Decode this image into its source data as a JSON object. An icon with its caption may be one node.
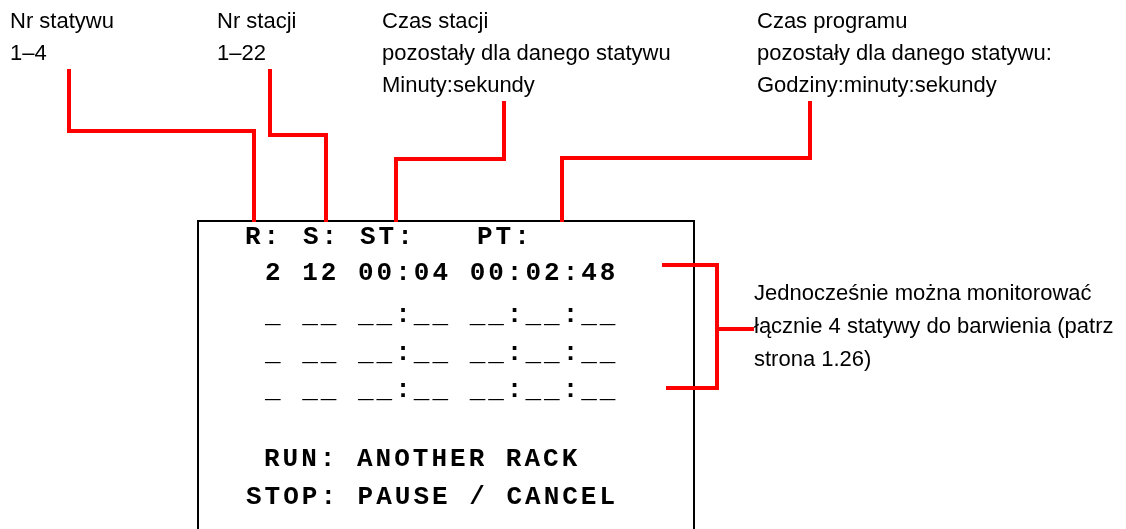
{
  "diagram": {
    "nodes": [
      {
        "text": [
          "Nr statywu",
          "1–4"
        ]
      },
      {
        "text": [
          "Nr stacji",
          "1–22"
        ]
      },
      {
        "text": [
          "Czas stacji",
          "pozostały dla danego statywu",
          "Minuty:sekundy"
        ]
      },
      {
        "text": [
          "Czas programu",
          "pozostały dla danego statywu:",
          "Godziny:minuty:sekundy"
        ]
      },
      {
        "text": [
          "Jednocześnie można monitorować łącznie 4 statywy do barwienia (patrz strona 1.26)"
        ]
      },
      {
        "text": [
          "2 12 00:04 00:02:48",
          "_ __ __:__ __:__:__",
          "_ __ __:__ __:__:__",
          "_ __ __:__ __:__:__",
          "RUN: ANOTHER RACK",
          "STOP: PAUSE / CANCEL"
        ]
      },
      {
        "text": [
          "R:"
        ],
        "in": 5
      },
      {
        "text": [
          "S:"
        ],
        "in": 5
      },
      {
        "text": [
          "ST:"
        ],
        "in": 5
      },
      {
        "text": [
          "PT:"
        ],
        "in": 5
      },
      {
        "text": [],
        "shape": "bracket"
      }
    ],
    "edges": [
      {
        "from": 0,
        "to": 6,
        "arrow": "none",
        "color": "#ff0000"
      },
      {
        "from": 1,
        "to": 7,
        "arrow": "none",
        "color": "#ff0000"
      },
      {
        "from": 2,
        "to": 8,
        "arrow": "none",
        "color": "#ff0000"
      },
      {
        "from": 3,
        "to": 9,
        "arrow": "none",
        "color": "#ff0000"
      },
      {
        "from": 4,
        "to": 10,
        "arrow": "none",
        "color": "#ff0000"
      }
    ]
  }
}
